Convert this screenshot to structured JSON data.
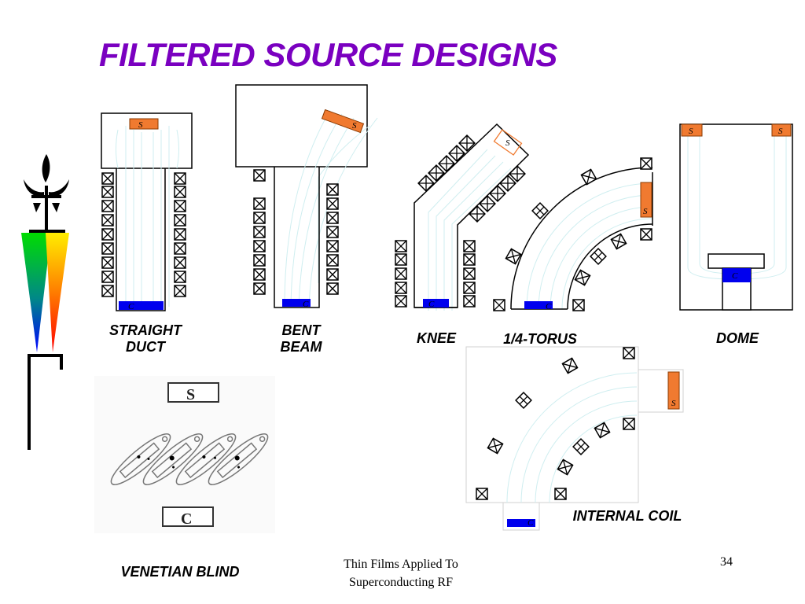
{
  "slide": {
    "title": "FILTERED SOURCE DESIGNS",
    "page_number": "34",
    "footer_line1": "Thin Films Applied To",
    "footer_line2": "Superconducting RF"
  },
  "colors": {
    "title": "#7a00c0",
    "source": "#f07a30",
    "cathode": "#0000ee",
    "field_lines": "#cfeef0"
  },
  "designs": [
    {
      "id": "straight-duct",
      "label_line1": "STRAIGHT",
      "label_line2": "DUCT"
    },
    {
      "id": "bent-beam",
      "label_line1": "BENT",
      "label_line2": "BEAM"
    },
    {
      "id": "knee",
      "label_line1": "KNEE"
    },
    {
      "id": "quarter-torus",
      "label_line1": "1/4-TORUS"
    },
    {
      "id": "dome",
      "label_line1": "DOME"
    },
    {
      "id": "internal-coil",
      "label_line1": "INTERNAL COIL"
    },
    {
      "id": "venetian-blind",
      "label_line1": "VENETIAN BLIND"
    }
  ],
  "markers": {
    "source_letter": "S",
    "cathode_letter": "C"
  }
}
